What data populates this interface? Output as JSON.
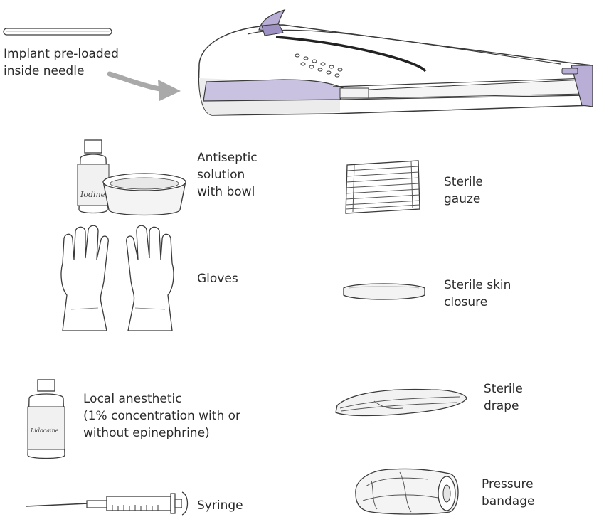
{
  "implant": {
    "lines": [
      "Implant pre-loaded",
      "inside needle"
    ]
  },
  "items": {
    "antiseptic": {
      "lines": [
        "Antiseptic",
        "solution",
        "with bowl"
      ],
      "bottle_text": "Iodine"
    },
    "gauze": {
      "lines": [
        "Sterile",
        "gauze"
      ]
    },
    "gloves": {
      "lines": [
        "Gloves"
      ]
    },
    "skin_closure": {
      "lines": [
        "Sterile skin",
        "closure"
      ]
    },
    "anesthetic": {
      "lines": [
        "Local anesthetic",
        "(1% concentration with or",
        "without epinephrine)"
      ],
      "bottle_text": "Lidocaine"
    },
    "drape": {
      "lines": [
        "Sterile",
        "drape"
      ]
    },
    "syringe": {
      "lines": [
        "Syringe"
      ]
    },
    "bandage": {
      "lines": [
        "Pressure",
        "bandage"
      ]
    }
  },
  "colors": {
    "lavender": "#b9aed6",
    "lavender_dark": "#8f84b8",
    "line": "#3a3a3a",
    "arrow": "#a9a9a9"
  }
}
